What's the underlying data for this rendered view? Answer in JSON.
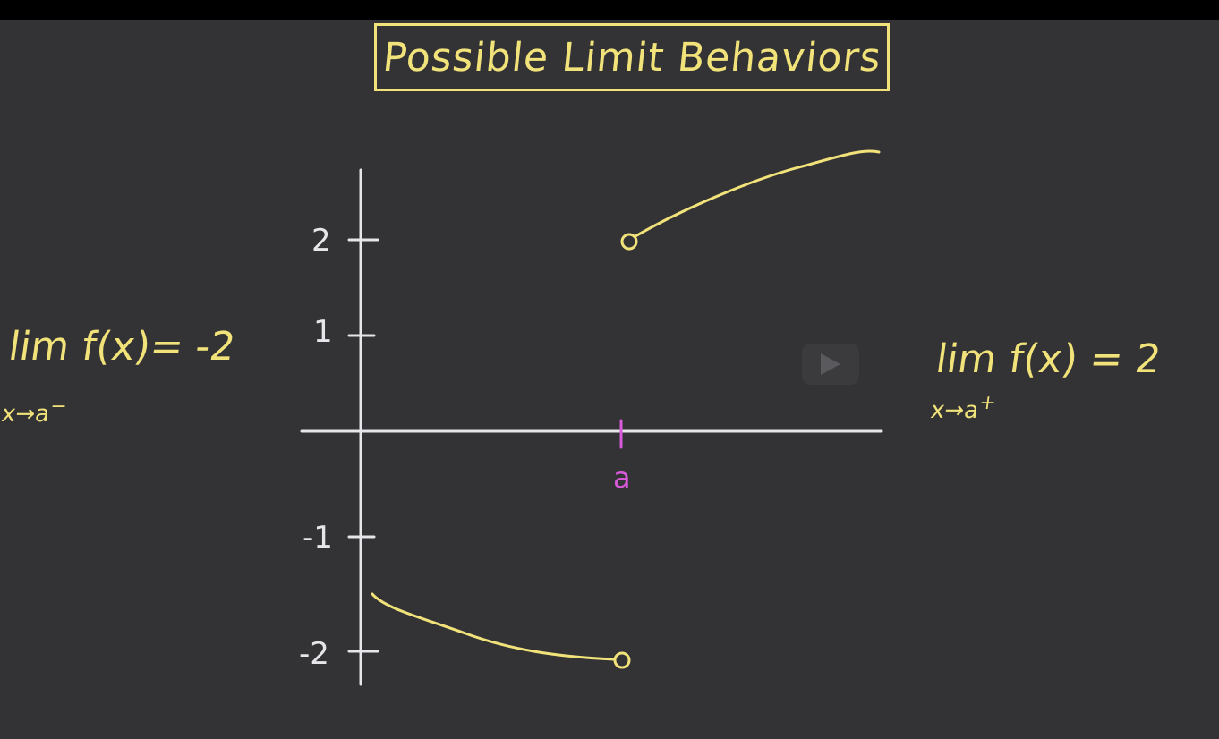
{
  "video": {
    "title": "Possible Limit Behaviors",
    "left_limit": {
      "lim": "lim",
      "subscript_var": "x",
      "subscript_arrow": "→",
      "subscript_point": "a",
      "subscript_side": "−",
      "expression": "f(x)= -2"
    },
    "right_limit": {
      "lim": "lim",
      "subscript_var": "x",
      "subscript_arrow": "→",
      "subscript_point": "a",
      "subscript_side": "+",
      "expression": "f(x) = 2"
    },
    "graph": {
      "y_ticks": [
        "2",
        "1",
        "-1",
        "-2"
      ],
      "x_tick": "a"
    }
  },
  "colors": {
    "background": "#333335",
    "chalk_yellow": "#f1e27a",
    "axis": "#e6e6ea",
    "marker_pink": "#d65ad9"
  },
  "icons": {
    "play": "play-icon"
  }
}
